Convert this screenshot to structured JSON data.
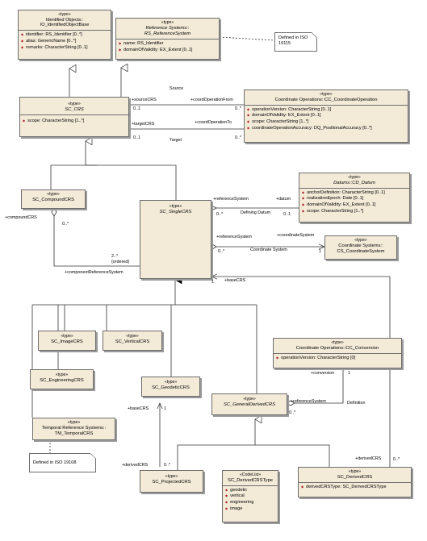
{
  "classes": {
    "identified_objects": {
      "stereotype": "«type»",
      "name": "Identified Objects::",
      "name2": "IO_IdentifiedObjectBase",
      "attributes": [
        "identifier: RS_Identifier [0..*]",
        "alias: GenericName [0..*]",
        "remarks: CharacterString [0..1]"
      ]
    },
    "reference_system": {
      "stereotype": "«type»",
      "name": "Reference Systems::",
      "name2": "RS_ReferenceSystem",
      "attributes": [
        "name: RS_Identifier",
        "domainOfValidity: EX_Extent [0..1]"
      ]
    },
    "sc_crs": {
      "stereotype": "«type»",
      "name": "SC_CRS",
      "attributes": [
        "scope: CharacterString [1..*]"
      ]
    },
    "coordinate_operation": {
      "stereotype": "«type»",
      "name": "Coordinate Operations::CC_CoordinateOperation",
      "attributes": [
        "operationVersion: CharacterString [0..1]",
        "domainOfValidity: EX_Extent [0..1]",
        "scope: CharacterString [1..*]",
        "coordinateOperationAccuracy: DQ_PositionalAccuracy [0..*]"
      ]
    },
    "cd_datum": {
      "stereotype": "«type»",
      "name": "Datums::CD_Datum",
      "attributes": [
        "anchorDefinition: CharacterString [0..1]",
        "realizationEpoch: Date [0..1]",
        "domainOfValidity: EX_Extent [0..1]",
        "scope: CharacterString [1..*]"
      ]
    },
    "compound_crs": {
      "stereotype": "«type»",
      "name": "SC_CompoundCRS"
    },
    "single_crs": {
      "stereotype": "«type»",
      "name": "SC_SingleCRS"
    },
    "coordinate_system": {
      "stereotype": "«type»",
      "name": "Coordinate Systems::",
      "name2": "CS_CoordinateSystem"
    },
    "image_crs": {
      "stereotype": "«type»",
      "name": "SC_ImageCRS"
    },
    "vertical_crs": {
      "stereotype": "«type»",
      "name": "SC_VerticalCRS"
    },
    "engineering_crs": {
      "stereotype": "«type»",
      "name": "SC_EngineeringCRS"
    },
    "conversion": {
      "stereotype": "«type»",
      "name": "Coordinate Operations::CC_Conversion",
      "attributes": [
        "operationVersion: CharacterString [0]"
      ]
    },
    "geodetic_crs": {
      "stereotype": "«type»",
      "name": "SC_GeodeticCRS"
    },
    "general_derived_crs": {
      "stereotype": "«type»",
      "name": "SC_GeneralDerivedCRS"
    },
    "temporal_crs": {
      "stereotype": "«type»",
      "name": "Temporal Reference Systems::",
      "name2": "TM_TemporalCRS"
    },
    "projected_crs": {
      "stereotype": "«type»",
      "name": "SC_ProjectedCRS"
    },
    "derived_crs_type": {
      "stereotype": "«CodeList»",
      "name": "SC_DerivedCRSType",
      "attributes": [
        "geodetic",
        "vertical",
        "engineering",
        "image"
      ]
    },
    "derived_crs": {
      "stereotype": "«type»",
      "name": "SC_DerivedCRS",
      "attributes": [
        "derivedCRSType: SC_DerivedCRSType"
      ]
    }
  },
  "notes": {
    "iso19115": {
      "line1": "Defined in ISO",
      "line2": "19115"
    },
    "iso19108": "Defined in ISO 19108"
  },
  "labels": {
    "source": "Source",
    "target": "Target",
    "source_crs": "+sourceCRS",
    "target_crs": "+targetCRS",
    "coord_op_from": "+coordOperationFrom",
    "coord_op_to": "+coordOperationTo",
    "m_01_a": "0..1",
    "m_0s_a": "0..*",
    "m_01_b": "0..1",
    "m_0s_b": "0..*",
    "reference_system_1": "+referenceSystem",
    "datum": "+datum",
    "defining_datum": "Defining Datum",
    "m_0s_c": "0..*",
    "m_01_c": "0..1",
    "compound_crs": "+compoundCRS",
    "m_0s_d": "0..*",
    "reference_system_2": "+referenceSystem",
    "coordinate_system": "+coordinateSystem",
    "coordinate_system_assoc": "Coordinate System",
    "m_0s_e": "0..*",
    "m_1_a": "1",
    "m_2s": "2..*",
    "ordered": "{ordered}",
    "component_ref_system": "+componentReferenceSystem",
    "m_1_b": "1",
    "base_crs_1": "+baseCRS",
    "conversion": "+conversion",
    "m_1_c": "1",
    "reference_system_3": "+referenceSystem",
    "definition": "Definition",
    "m_0s_f": "0..*",
    "base_crs_2": "+baseCRS",
    "m_1_d": "1",
    "derived_crs_1": "+derivedCRS",
    "m_0s_g": "0..*",
    "derived_crs_2": "+derivedCRS",
    "m_0s_h": "0..*"
  }
}
